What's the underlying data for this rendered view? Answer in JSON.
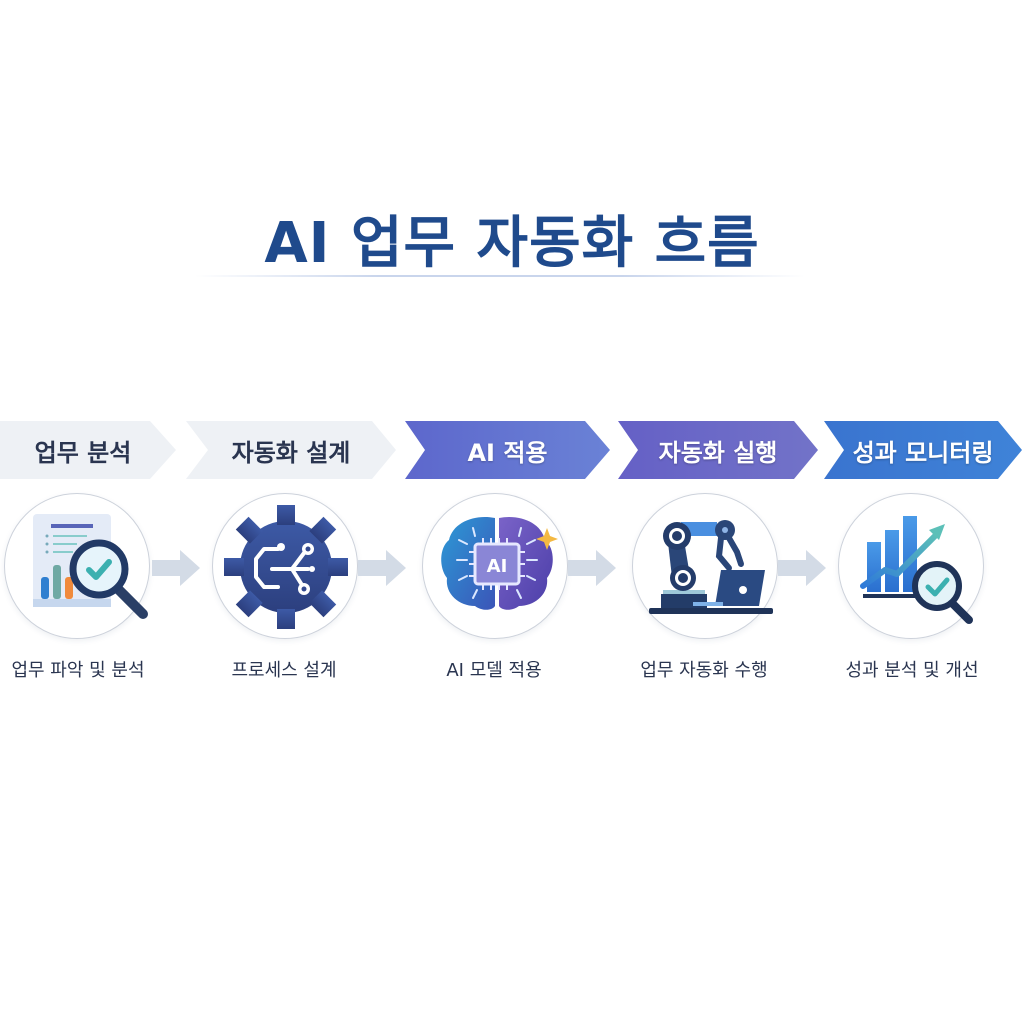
{
  "title": "AI 업무 자동화 흐름",
  "colors": {
    "title": "#1f4a8c",
    "chevron_light": "#eef1f5",
    "chevron_ai": "#5b6fcf",
    "chevron_exec": "#6a63c7",
    "chevron_monitor": "#3b78d0",
    "arrow": "#d3dbe6"
  },
  "steps": [
    {
      "label": "업무 분석",
      "icon": "document-magnifier-icon",
      "caption": "업무 파악 및 분석"
    },
    {
      "label": "자동화 설계",
      "icon": "gear-circuit-icon",
      "caption": "프로세스 설계"
    },
    {
      "label": "AI 적용",
      "icon": "ai-brain-chip-icon",
      "chip_text": "AI",
      "caption": "AI 모델 적용"
    },
    {
      "label": "자동화 실행",
      "icon": "robot-arm-laptop-icon",
      "caption": "업무 자동화 수행"
    },
    {
      "label": "성과 모니터링",
      "icon": "growth-chart-magnifier-icon",
      "caption": "성과 분석 및 개선"
    }
  ]
}
